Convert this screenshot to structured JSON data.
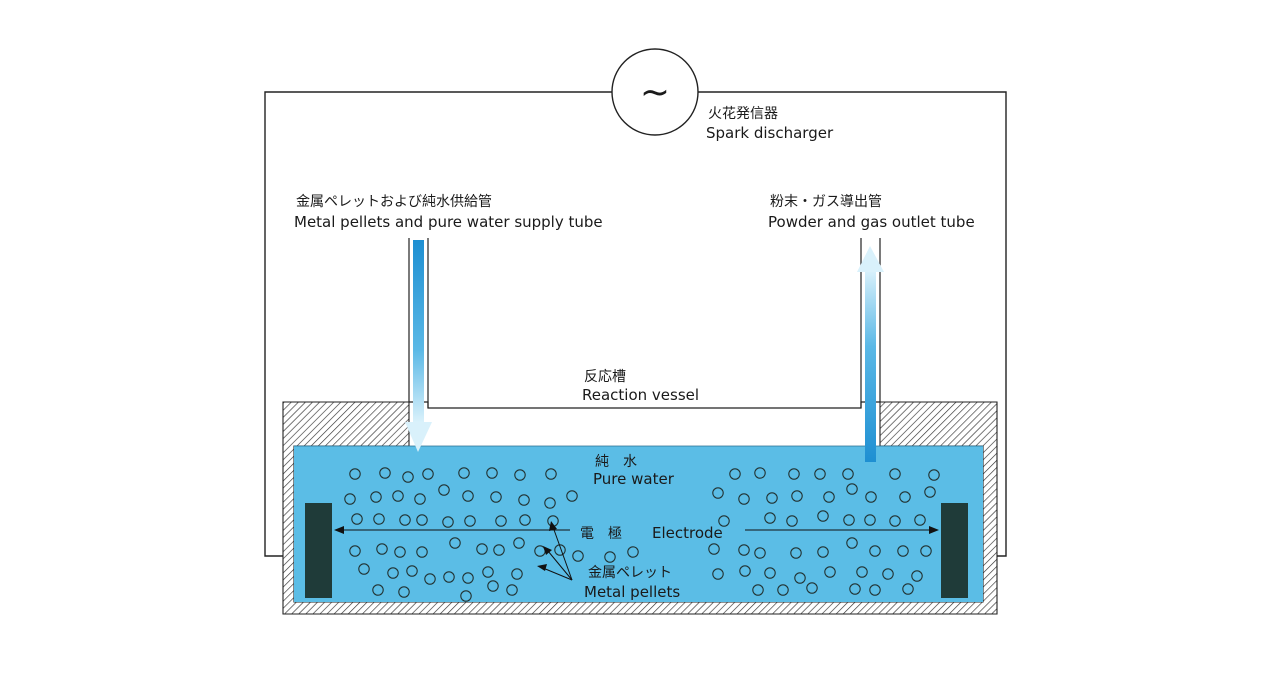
{
  "spark_discharger": {
    "symbol": "~",
    "label_ja": "火花発信器",
    "label_en": "Spark discharger"
  },
  "supply_tube": {
    "label_ja": "金属ペレットおよび純水供給管",
    "label_en": "Metal pellets and pure water supply tube"
  },
  "outlet_tube": {
    "label_ja": "粉末・ガス導出管",
    "label_en": "Powder and gas outlet tube"
  },
  "reaction_vessel": {
    "label_ja": "反応槽",
    "label_en": "Reaction vessel"
  },
  "pure_water": {
    "label_ja": "純　水",
    "label_en": "Pure water"
  },
  "electrode": {
    "label_ja": "電　極",
    "label_en": "Electrode"
  },
  "metal_pellets": {
    "label_ja": "金属ペレット",
    "label_en": "Metal pellets"
  },
  "colors": {
    "water": "#5bbde6",
    "arrow_gradient_light": "#d6f0fb",
    "arrow_gradient_dark": "#1e8fd2",
    "electrode": "#1f3b39",
    "wire": "#222222"
  }
}
